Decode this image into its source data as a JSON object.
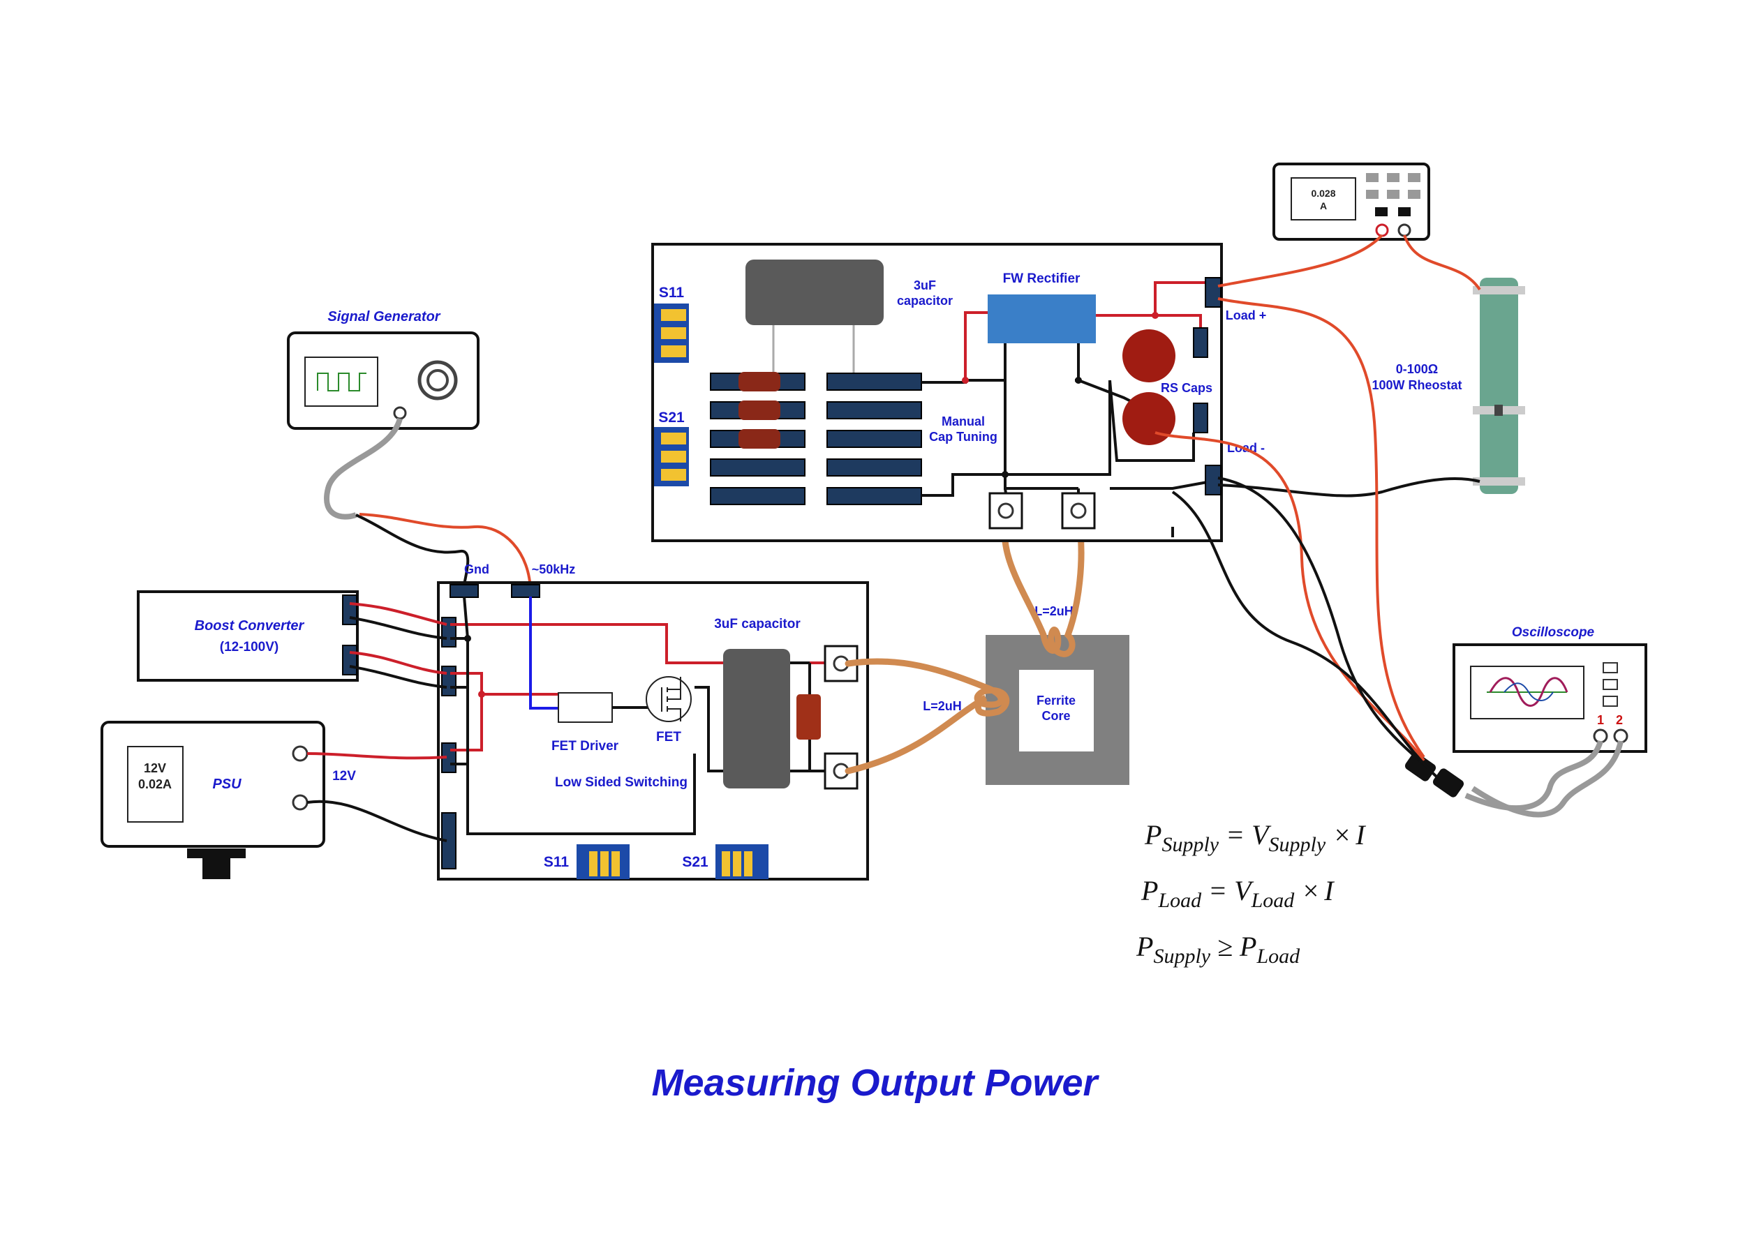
{
  "title": "Measuring Output Power",
  "devices": {
    "signal_generator": "Signal Generator",
    "boost_converter": "Boost Converter",
    "boost_range": "(12-100V)",
    "psu": "PSU",
    "psu_display_v": "12V",
    "psu_display_a": "0.02A",
    "psu_out": "12V",
    "ammeter_display_value": "0.028",
    "ammeter_display_unit": "A",
    "rheostat_range": "0-100Ω",
    "rheostat_name": "100W Rheostat",
    "oscilloscope": "Oscilloscope",
    "scope_ch1": "1",
    "scope_ch2": "2"
  },
  "driver_board": {
    "gnd": "Gnd",
    "freq": "~50kHz",
    "capacitor": "3uF capacitor",
    "fet_driver": "FET Driver",
    "fet": "FET",
    "switching": "Low Sided Switching",
    "s11": "S11",
    "s21": "S21"
  },
  "receiver_board": {
    "s11": "S11",
    "s21": "S21",
    "cap_line1": "3uF",
    "cap_line2": "capacitor",
    "rectifier": "FW Rectifier",
    "tuning_line1": "Manual",
    "tuning_line2": "Cap Tuning",
    "rs_caps": "RS Caps",
    "load_plus": "Load +",
    "load_minus": "Load -"
  },
  "core": {
    "label_line1": "Ferrite",
    "label_line2": "Core",
    "coil_top": "L=2uH",
    "coil_left": "L=2uH"
  },
  "equations": [
    {
      "lhs": "P",
      "lhs_sub": "Supply",
      "op": "=",
      "r1": "V",
      "r1_sub": "Supply",
      "op2": "×",
      "r2": "I"
    },
    {
      "lhs": "P",
      "lhs_sub": "Load",
      "op": "=",
      "r1": "V",
      "r1_sub": "Load",
      "op2": "×",
      "r2": "I"
    },
    {
      "lhs": "P",
      "lhs_sub": "Supply",
      "op": "≥",
      "r1": "P",
      "r1_sub": "Load",
      "op2": "",
      "r2": ""
    }
  ],
  "colors": {
    "label_blue": "#1a1acc",
    "wire_red": "#cc1f2a",
    "wire_orange": "#e04a2a",
    "wire_blue": "#1c1ce8",
    "coil": "#d08a50",
    "ferrite": "#808080",
    "rheostat": "#6aa58f",
    "rectifier": "#3a7fc8",
    "rs_cap": "#a01c12",
    "cap_body": "#5a5a5a"
  }
}
